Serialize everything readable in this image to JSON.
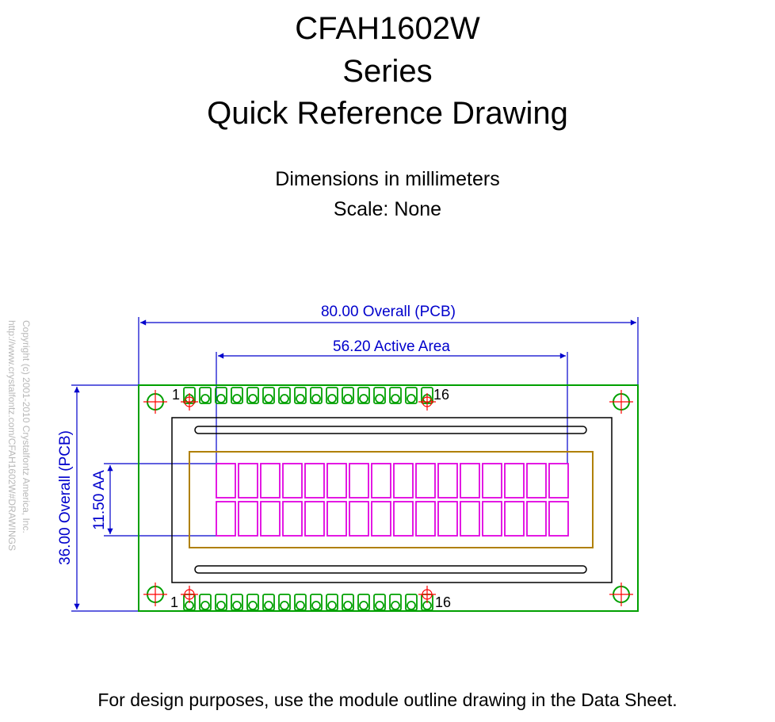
{
  "title": {
    "line1": "CFAH1602W",
    "line2": "Series",
    "line3": "Quick Reference Drawing"
  },
  "subtitle": {
    "units": "Dimensions in millimeters",
    "scale": "Scale: None"
  },
  "dimensions": {
    "overall_width": "80.00 Overall (PCB)",
    "active_width": "56.20 Active Area",
    "overall_height": "36.00 Overall (PCB)",
    "active_height": "11.50 AA"
  },
  "pins": {
    "top_first": "1",
    "top_last": "16",
    "bottom_first": "1",
    "bottom_last": "16",
    "count": 16
  },
  "display": {
    "rows": 2,
    "columns": 16
  },
  "copyright": {
    "line1": "Copyright (c) 2001-2010 Crystalfontz America, Inc.",
    "line2": "http://www.crystalfontz.com/CFAH1602W#DRAWINGS"
  },
  "footer": "For design purposes, use the module outline drawing in the Data Sheet.",
  "colors": {
    "pcb": "#00a000",
    "dimension": "#0000cc",
    "bezel": "#000000",
    "viewing_area": "#b08000",
    "characters": "#e000e0",
    "mounting_marks": "#ff0000",
    "copyright": "#b8b8b8"
  }
}
